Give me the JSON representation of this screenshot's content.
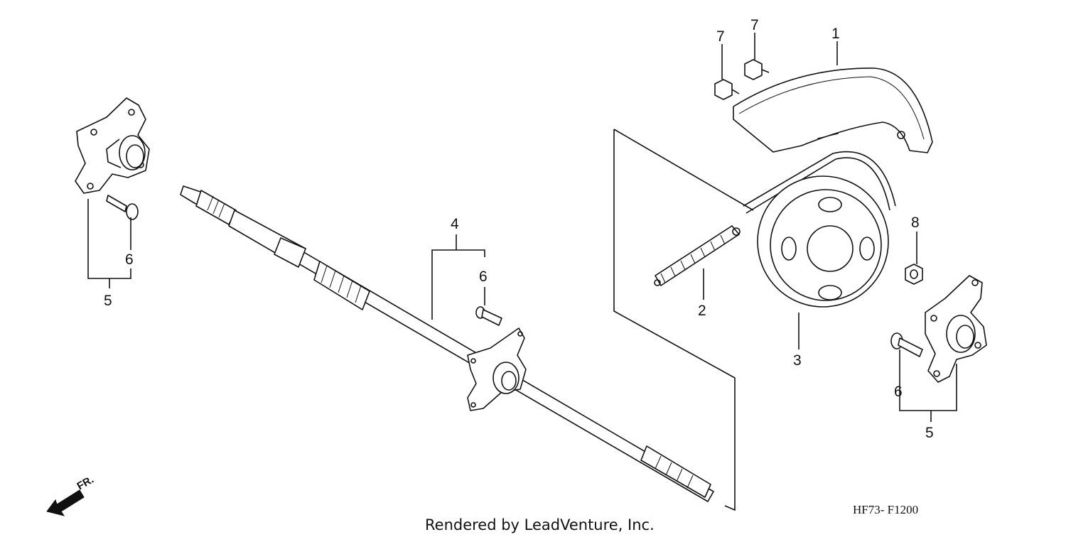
{
  "callouts": {
    "c1": "1",
    "c2": "2",
    "c3": "3",
    "c4": "4",
    "c5a": "5",
    "c5b": "5",
    "c6a": "6",
    "c6b": "6",
    "c6c": "6",
    "c7a": "7",
    "c7b": "7",
    "c8": "8"
  },
  "front_marker": "FR.",
  "diagram_code": "HF73- F1200",
  "credit": "Rendered by LeadVenture, Inc."
}
